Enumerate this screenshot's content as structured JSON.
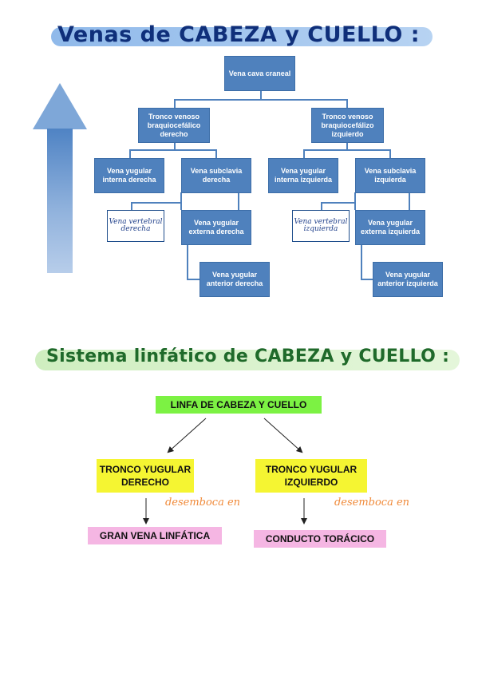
{
  "section1": {
    "title": "Venas de CABEZA y CUELLO :",
    "nodes": {
      "root": "Vena cava craneal",
      "tronco_der": "Tronco venoso braquiocefálico derecho",
      "tronco_izq": "Tronco venoso braquiocefálizo izquierdo",
      "yug_int_der": "Vena yugular interna derecha",
      "subclavia_der": "Vena subclavia derecha",
      "yug_int_izq": "Vena yugular interna izquierda",
      "subclavia_izq": "Vena subclavia izquierda",
      "vertebral_der": "Vena vertebral derecha",
      "vertebral_izq": "Vena vertebral izquierda",
      "yug_ext_der": "Vena yugular externa derecha",
      "yug_ext_izq": "Vena yugular externa izquierda",
      "yug_ant_der": "Vena yugular anterior derecha",
      "yug_ant_izq": "Vena yugular anterior izquierda"
    },
    "colors": {
      "box": "#4f81bd",
      "arrow": "#6f9bd3",
      "title": "#0f2f7a"
    }
  },
  "section2": {
    "title": "Sistema linfático de CABEZA y CUELLO :",
    "root": "LINFA DE CABEZA Y CUELLO",
    "left_trunk": "TRONCO YUGULAR DERECHO",
    "right_trunk": "TRONCO YUGULAR IZQUIERDO",
    "note": "desemboca en",
    "left_end": "GRAN VENA LINFÁTICA",
    "right_end": "CONDUCTO TORÁCICO",
    "colors": {
      "root": "#7cf243",
      "trunk": "#f5f532",
      "end": "#f5b6e3",
      "note": "#f08a3a"
    }
  }
}
